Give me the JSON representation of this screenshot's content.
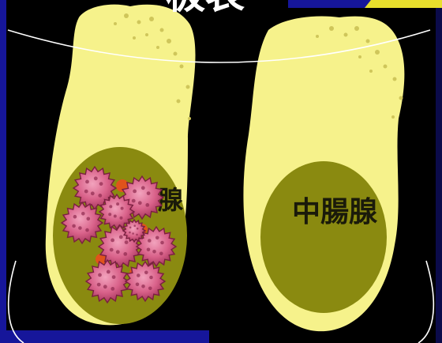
{
  "labels": {
    "title_partial": "极表",
    "left_gland_partial": "腺",
    "right_gland": "中腸腺"
  },
  "colors": {
    "background": "#000000",
    "frame_blue": "#16169a",
    "frame_accent": "#e8df2c",
    "cell_fill": "#f6f28b",
    "gland_fill": "#8a8a10",
    "virus_fill": "#d9628a",
    "virus_edge": "#7a2040",
    "damage_orange": "#e0531b",
    "label_text": "#1a1a0a",
    "title_text": "#ffffff"
  },
  "illustration": {
    "panels": [
      "infected-cell",
      "healthy-cell"
    ],
    "virus_particle_count": 9
  }
}
